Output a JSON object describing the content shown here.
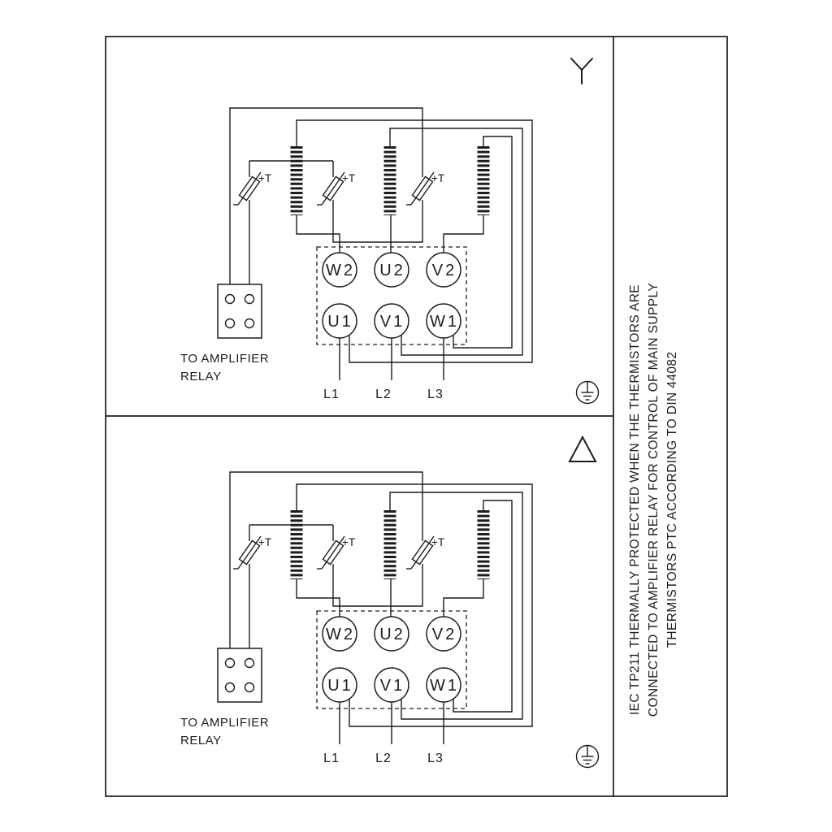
{
  "diagram": {
    "sidebar_note": {
      "line1": "IEC TP211 THERMALLY PROTECTED WHEN THE THERMISTORS ARE",
      "line2": "CONNECTED TO AMPLIFIER RELAY FOR CONTROL OF MAIN SUPPLY",
      "line3": "THERMISTORS PTC ACCORDING TO DIN 44082"
    },
    "terminals": {
      "w2": "W2",
      "u2": "U2",
      "v2": "V2",
      "u1": "U1",
      "v1": "V1",
      "w1": "W1"
    },
    "thermistor_label": "+T",
    "relay_caption": {
      "line1": "TO AMPLIFIER",
      "line2": "RELAY"
    },
    "supply_lines": {
      "l1": "L1",
      "l2": "L2",
      "l3": "L3"
    },
    "symbols": {
      "top_panel": "star-connection",
      "bottom_panel": "delta-connection",
      "corner": "earth-ground",
      "coil": "motor-winding",
      "sensor": "ptc-thermistor"
    },
    "colors": {
      "stroke": "#1d1d1d",
      "background": "#ffffff"
    }
  }
}
